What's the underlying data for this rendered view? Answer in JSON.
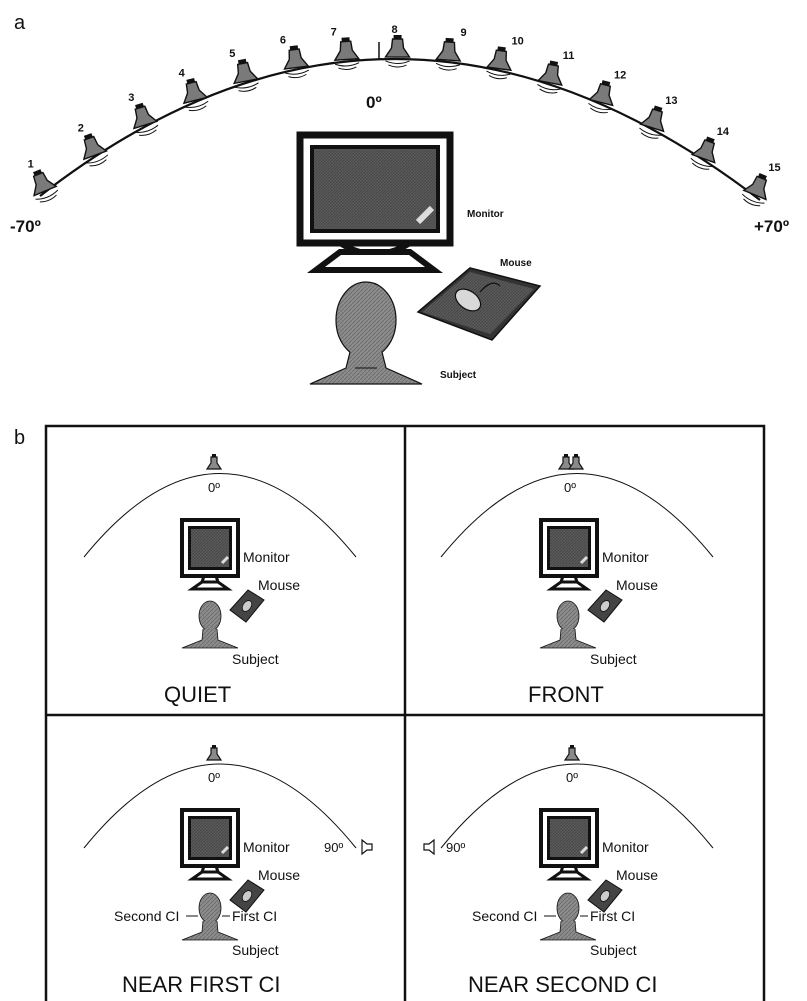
{
  "panel_a": {
    "panel_label": "a",
    "speaker_numbers": [
      "1",
      "2",
      "3",
      "4",
      "5",
      "6",
      "7",
      "8",
      "9",
      "10",
      "11",
      "12",
      "13",
      "14",
      "15"
    ],
    "left_angle": "-70º",
    "center_angle": "0º",
    "right_angle": "+70º",
    "monitor_label": "Monitor",
    "mouse_label": "Mouse",
    "subject_label": "Subject"
  },
  "panel_b": {
    "panel_label": "b",
    "cells": [
      {
        "condition": "QUIET",
        "angle": "0º",
        "monitor_label": "Monitor",
        "mouse_label": "Mouse",
        "subject_label": "Subject"
      },
      {
        "condition": "FRONT",
        "angle": "0º",
        "monitor_label": "Monitor",
        "mouse_label": "Mouse",
        "subject_label": "Subject"
      },
      {
        "condition": "NEAR FIRST CI",
        "angle": "0º",
        "side_angle": "90º",
        "monitor_label": "Monitor",
        "mouse_label": "Mouse",
        "subject_label": "Subject",
        "left_ci_label": "Second CI",
        "right_ci_label": "First CI"
      },
      {
        "condition": "NEAR SECOND CI",
        "angle": "0º",
        "side_angle": "90º",
        "monitor_label": "Monitor",
        "mouse_label": "Mouse",
        "subject_label": "Subject",
        "left_ci_label": "Second CI",
        "right_ci_label": "First CI"
      }
    ]
  },
  "colors": {
    "screen": "#555555",
    "head": "#8a8a8a",
    "line": "#111111"
  }
}
